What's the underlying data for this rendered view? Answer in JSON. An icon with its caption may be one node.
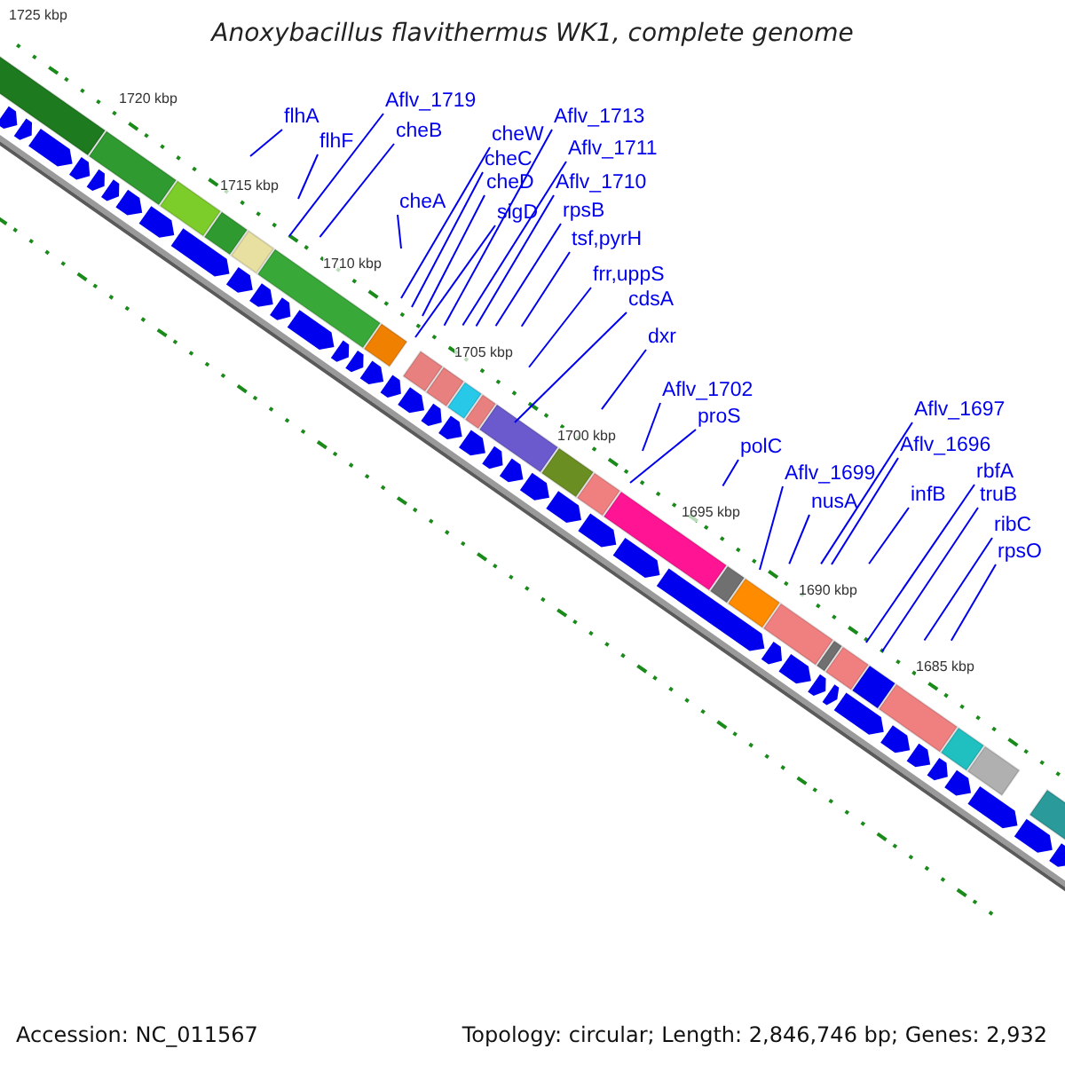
{
  "diagram": {
    "title": "Anoxybacillus flavithermus WK1, complete genome",
    "nodes": [
      {
        "text": [
          "flhA"
        ]
      },
      {
        "text": [
          "flhF"
        ]
      },
      {
        "text": [
          "Aflv_1719"
        ]
      },
      {
        "text": [
          "cheB"
        ]
      },
      {
        "text": [
          "cheA"
        ]
      },
      {
        "text": [
          "cheW"
        ]
      },
      {
        "text": [
          "cheC"
        ]
      },
      {
        "text": [
          "cheD"
        ]
      },
      {
        "text": [
          "sigD"
        ]
      },
      {
        "text": [
          "Aflv_1713"
        ]
      },
      {
        "text": [
          "Aflv_1711"
        ]
      },
      {
        "text": [
          "Aflv_1710"
        ]
      },
      {
        "text": [
          "rpsB"
        ]
      },
      {
        "text": [
          "tsf,pyrH"
        ]
      },
      {
        "text": [
          "frr,uppS"
        ]
      },
      {
        "text": [
          "cdsA"
        ]
      },
      {
        "text": [
          "dxr"
        ]
      },
      {
        "text": [
          "Aflv_1702"
        ]
      },
      {
        "text": [
          "proS"
        ]
      },
      {
        "text": [
          "polC"
        ]
      },
      {
        "text": [
          "Aflv_1699"
        ]
      },
      {
        "text": [
          "nusA"
        ]
      },
      {
        "text": [
          "Aflv_1697"
        ]
      },
      {
        "text": [
          "Aflv_1696"
        ]
      },
      {
        "text": [
          "infB"
        ]
      },
      {
        "text": [
          "rbfA"
        ]
      },
      {
        "text": [
          "truB"
        ]
      },
      {
        "text": [
          "ribC"
        ]
      },
      {
        "text": [
          "rpsO"
        ]
      }
    ],
    "edges": [
      {
        "from": 0,
        "to": null,
        "arrow": "none"
      },
      {
        "from": 1,
        "to": null,
        "arrow": "none"
      },
      {
        "from": 2,
        "to": null,
        "arrow": "none"
      },
      {
        "from": 3,
        "to": null,
        "arrow": "none"
      },
      {
        "from": 4,
        "to": null,
        "arrow": "none"
      },
      {
        "from": 5,
        "to": null,
        "arrow": "none"
      },
      {
        "from": 6,
        "to": null,
        "arrow": "none"
      },
      {
        "from": 7,
        "to": null,
        "arrow": "none"
      },
      {
        "from": 8,
        "to": null,
        "arrow": "none"
      },
      {
        "from": 9,
        "to": null,
        "arrow": "none"
      },
      {
        "from": 10,
        "to": null,
        "arrow": "none"
      },
      {
        "from": 11,
        "to": null,
        "arrow": "none"
      },
      {
        "from": 12,
        "to": null,
        "arrow": "none"
      },
      {
        "from": 13,
        "to": null,
        "arrow": "none"
      },
      {
        "from": 14,
        "to": null,
        "arrow": "none"
      },
      {
        "from": 15,
        "to": null,
        "arrow": "none"
      },
      {
        "from": 16,
        "to": null,
        "arrow": "none"
      },
      {
        "from": 17,
        "to": null,
        "arrow": "none"
      },
      {
        "from": 18,
        "to": null,
        "arrow": "none"
      },
      {
        "from": 19,
        "to": null,
        "arrow": "none"
      },
      {
        "from": 20,
        "to": null,
        "arrow": "none"
      },
      {
        "from": 21,
        "to": null,
        "arrow": "none"
      },
      {
        "from": 22,
        "to": null,
        "arrow": "none"
      },
      {
        "from": 23,
        "to": null,
        "arrow": "none"
      },
      {
        "from": 24,
        "to": null,
        "arrow": "none"
      },
      {
        "from": 25,
        "to": null,
        "arrow": "none"
      },
      {
        "from": 26,
        "to": null,
        "arrow": "none"
      },
      {
        "from": 27,
        "to": null,
        "arrow": "none"
      },
      {
        "from": 28,
        "to": null,
        "arrow": "none"
      }
    ],
    "labels": [
      "1725 kbp",
      "1720 kbp",
      "1715 kbp",
      "1710 kbp",
      "1705 kbp",
      "1700 kbp",
      "1695 kbp",
      "1690 kbp",
      "1685 kbp",
      "Accession: NC_011567",
      "Topology: circular; Length: 2,846,746 bp; Genes: 2,932"
    ]
  }
}
